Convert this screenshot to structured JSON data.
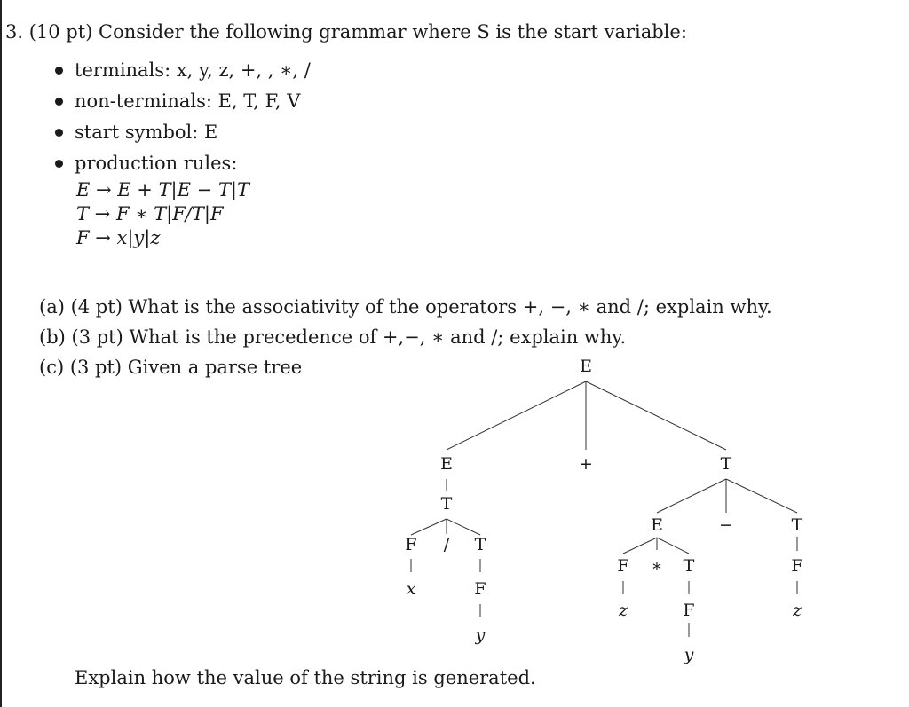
{
  "problem": {
    "heading": "3. (10 pt) Consider the following grammar where S is the start variable:",
    "bullets": [
      "terminals: x, y, z, +, , ∗, /",
      "non-terminals: E, T, F, V",
      "start symbol: E",
      "production rules:"
    ],
    "rules": [
      "E → E + T|E − T|T",
      "T → F ∗ T|F/T|F",
      "F → x|y|z"
    ],
    "parts": [
      "(a) (4 pt) What is the associativity of the operators +, −, ∗ and /; explain why.",
      "(b) (3 pt) What is the precedence of +,−, ∗ and /; explain why.",
      "(c) (3 pt) Given a parse tree"
    ],
    "closing": "Explain how the value of the string is generated."
  },
  "tree": {
    "root": "E",
    "l1_left": "E",
    "l1_plus": "+",
    "l1_right": "T",
    "l2_left_T": "T",
    "l3_left_F": "F",
    "l3_slash": "/",
    "l3_left_T": "T",
    "leaf_x": "x",
    "l4_left_F": "F",
    "leaf_y1": "y",
    "r_E": "E",
    "r_minus": "−",
    "r_T": "T",
    "r_F1": "F",
    "r_star": "∗",
    "r_T2": "T",
    "r_F3": "F",
    "leaf_z1": "z",
    "r_F2": "F",
    "leaf_y2": "y",
    "leaf_z2": "z"
  }
}
